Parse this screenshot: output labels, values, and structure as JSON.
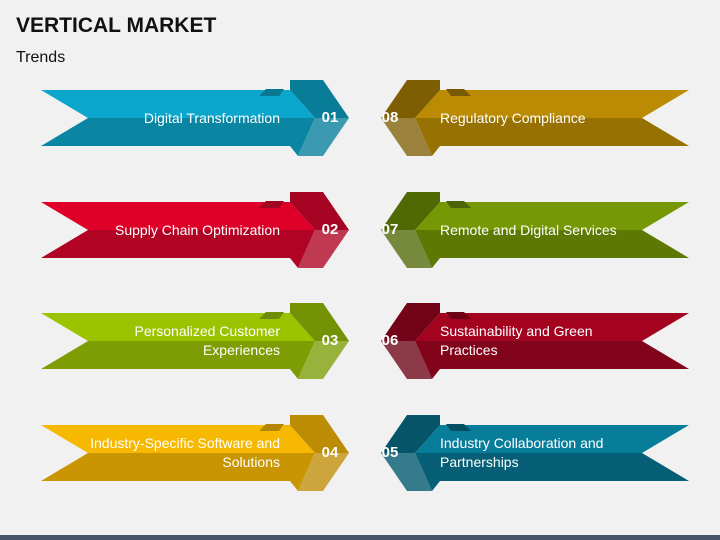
{
  "header": {
    "title": "VERTICAL MARKET",
    "subtitle": "Trends"
  },
  "items": [
    {
      "num": "01",
      "label": "Digital Transformation",
      "side": "left",
      "colors": {
        "light": "#0aa6cc",
        "dark": "#0a86a3",
        "head_top": "#097d98",
        "head_bottom": "#3b9ab1",
        "tab": "#087892"
      }
    },
    {
      "num": "02",
      "label": "Supply Chain Optimization",
      "side": "left",
      "colors": {
        "light": "#de0029",
        "dark": "#b10323",
        "head_top": "#a50422",
        "head_bottom": "#bf3a50",
        "tab": "#a00420"
      }
    },
    {
      "num": "03",
      "label": "Personalized Customer Experiences",
      "side": "left",
      "colors": {
        "light": "#9bc300",
        "dark": "#7e9d04",
        "head_top": "#749204",
        "head_bottom": "#98b23c",
        "tab": "#6f8c04"
      }
    },
    {
      "num": "04",
      "label": "Industry-Specific Software and Solutions",
      "side": "left",
      "colors": {
        "light": "#f6b800",
        "dark": "#c99503",
        "head_top": "#bb8c04",
        "head_bottom": "#cca63c",
        "tab": "#b38604"
      }
    },
    {
      "num": "05",
      "label": "Industry Collaboration and Partnerships",
      "side": "right",
      "colors": {
        "light": "#087d99",
        "dark": "#065f76",
        "head_top": "#055468",
        "head_bottom": "#357b8c",
        "tab": "#044f62"
      }
    },
    {
      "num": "06",
      "label": "Sustainability and Green Practices",
      "side": "right",
      "colors": {
        "light": "#a3031f",
        "dark": "#82041a",
        "head_top": "#730417",
        "head_bottom": "#8c3a48",
        "tab": "#6d0416"
      }
    },
    {
      "num": "07",
      "label": "Remote and Digital Services",
      "side": "right",
      "colors": {
        "light": "#759804",
        "dark": "#5d7904",
        "head_top": "#516903",
        "head_bottom": "#76893c",
        "tab": "#4d6404"
      }
    },
    {
      "num": "08",
      "label": "Regulatory Compliance",
      "side": "right",
      "colors": {
        "light": "#bb8c03",
        "dark": "#977102",
        "head_top": "#7e5e03",
        "head_bottom": "#9a813c",
        "tab": "#785a03"
      }
    }
  ],
  "layout": {
    "left_rows_top": [
      80,
      192,
      303,
      415
    ],
    "right_rows_top": [
      415,
      303,
      192,
      80
    ]
  },
  "footer": {
    "bar_color": "#44546a"
  }
}
